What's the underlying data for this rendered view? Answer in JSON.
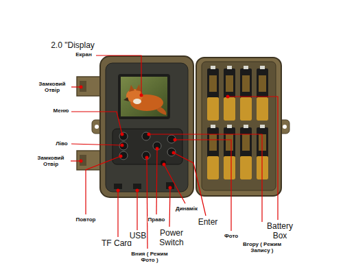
{
  "diagram": {
    "labels": [
      "2.0 \"Display",
      "Екран",
      "Замковий Отвір",
      "Меню",
      "Ліво",
      "Замковий Отвір",
      "Повтор",
      "TF Card",
      "USB",
      "Вния ( Режим Фото )",
      "Право",
      "Power Switch",
      "Динамік",
      "Enter",
      "Фото",
      "Вгору ( Режим Запису )",
      "Battery Box"
    ]
  }
}
